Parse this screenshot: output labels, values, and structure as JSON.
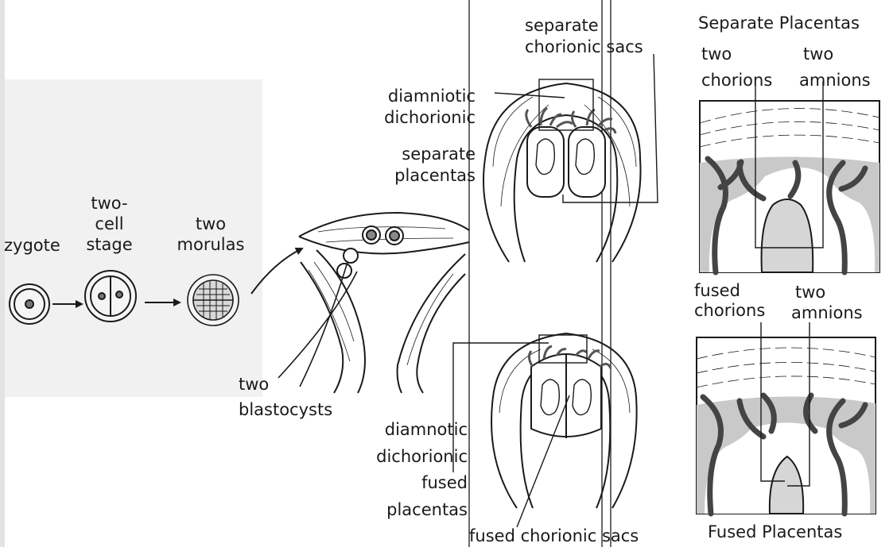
{
  "colors": {
    "ink": "#1a1a1a",
    "background": "#ffffff",
    "shadow_band": "#ececec",
    "villi_shade": "#9a9a9a",
    "placenta_fill": "#c9c9c9"
  },
  "stages": {
    "zygote": "zygote",
    "two_cell_line1": "two-",
    "two_cell_line2": "cell",
    "two_cell_line3": "stage",
    "morulas_line1": "two",
    "morulas_line2": "morulas",
    "blastocysts_line1": "two",
    "blastocysts_line2": "blastocysts"
  },
  "upper_uterus": {
    "sacs_line1": "separate",
    "sacs_line2": "chorionic sacs",
    "type_line1": "diamniotic",
    "type_line2": "dichorionic",
    "type_line3": "separate",
    "type_line4": "placentas"
  },
  "lower_uterus": {
    "type_line1": "diamnotic",
    "type_line2": "dichorionic",
    "type_line3": "fused",
    "type_line4": "placentas",
    "sacs_label": "fused chorionic sacs"
  },
  "separate_panel": {
    "title": "Separate Placentas",
    "left_line1": "two",
    "left_line2": "chorions",
    "right_line1": "two",
    "right_line2": "amnions"
  },
  "fused_panel": {
    "title": "Fused Placentas",
    "left_line1": "fused",
    "left_line2": "chorions",
    "right_line1": "two",
    "right_line2": "amnions"
  }
}
